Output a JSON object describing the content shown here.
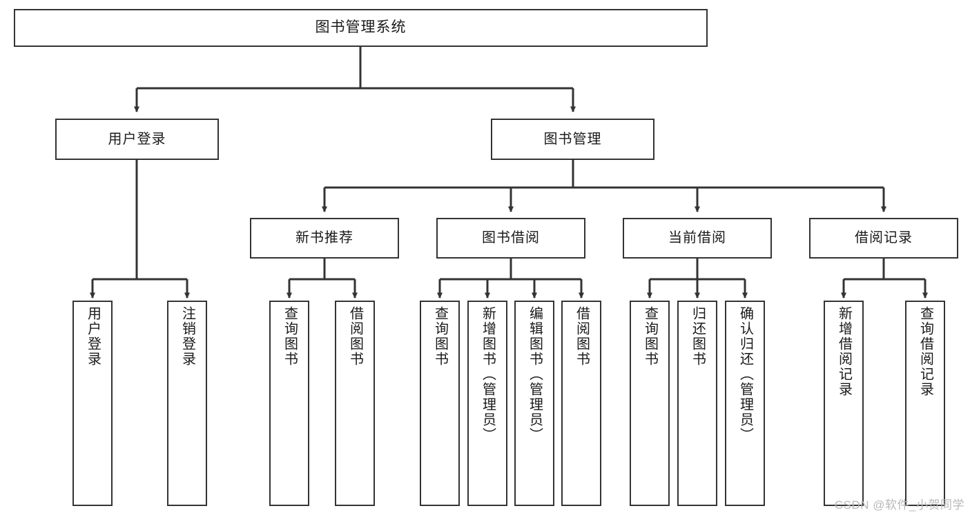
{
  "diagram": {
    "title": "图书管理系统",
    "type": "tree-hierarchy-diagram",
    "colors": {
      "box_border": "#333333",
      "box_fill": "#ffffff",
      "edge": "#333333",
      "text": "#1a1a1a",
      "watermark": "#b8b8b8"
    },
    "watermark": "CSDN @软件_小贺同学"
  },
  "nodes": {
    "root": {
      "label": "图书管理系统"
    },
    "level2": [
      {
        "id": "user-login",
        "label": "用户登录"
      },
      {
        "id": "book-management",
        "label": "图书管理"
      }
    ],
    "level3": [
      {
        "id": "new-book-recommend",
        "label": "新书推荐"
      },
      {
        "id": "book-borrow",
        "label": "图书借阅"
      },
      {
        "id": "current-borrow",
        "label": "当前借阅"
      },
      {
        "id": "borrow-record",
        "label": "借阅记录"
      }
    ],
    "leaves": {
      "user-login": [
        {
          "id": "leaf-user-login",
          "label": "用户登录"
        },
        {
          "id": "leaf-user-logout",
          "label": "注销登录"
        }
      ],
      "new-book-recommend": [
        {
          "id": "leaf-query-book-1",
          "label": "查询图书"
        },
        {
          "id": "leaf-borrow-book-1",
          "label": "借阅图书"
        }
      ],
      "book-borrow": [
        {
          "id": "leaf-query-book-2",
          "label": "查询图书"
        },
        {
          "id": "leaf-add-book",
          "label": "新增图书（管理员）"
        },
        {
          "id": "leaf-edit-book",
          "label": "编辑图书（管理员）"
        },
        {
          "id": "leaf-borrow-book-2",
          "label": "借阅图书"
        }
      ],
      "current-borrow": [
        {
          "id": "leaf-query-book-3",
          "label": "查询图书"
        },
        {
          "id": "leaf-return-book",
          "label": "归还图书"
        },
        {
          "id": "leaf-confirm-return",
          "label": "确认归还（管理员）"
        }
      ],
      "borrow-record": [
        {
          "id": "leaf-add-record",
          "label": "新增借阅记录"
        },
        {
          "id": "leaf-query-record",
          "label": "查询借阅记录"
        }
      ]
    }
  }
}
